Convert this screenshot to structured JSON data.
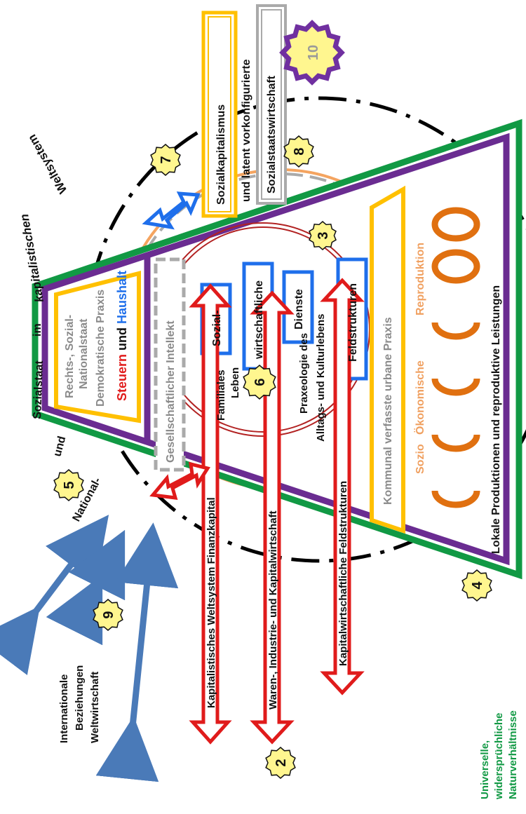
{
  "colors": {
    "green": "#119944",
    "purple": "#6a2c91",
    "yellow": "#ffc000",
    "red": "#e01b1b",
    "blue": "#1f6feb",
    "steelblue": "#4a7ab8",
    "orange": "#f4a460",
    "darkorange": "#e07010",
    "gray": "#999999",
    "darkred": "#b22222",
    "starfill": "#fff68f",
    "starpurple": "#7030a0"
  },
  "outer_ring": {
    "label_national": "National-",
    "label_und": "und",
    "label_sozialstaat": "Sozialstaat",
    "label_im": "im",
    "label_kapitalistischen": "kapitalistischen",
    "label_weltsystem": "Weltsystem"
  },
  "top_boxes": {
    "sozialkapitalismus": "Sozialkapitalismus",
    "latent": "und latent vorkonfigurierte",
    "sozialstaatswirtschaft": "Sozialstaatswirtschaft"
  },
  "state_box": {
    "line1": "Rechts-, Sozial-",
    "line2": "Nationalstaat",
    "line3": "Demokratische Praxis",
    "steuern": "Steuern",
    "und": " und ",
    "haushalt": "Haushalt"
  },
  "intellekt": "Gesellschaftlicher Intellekt",
  "blue_boxes": {
    "sozial": "Sozial-",
    "wirtschaftliche": "wirtschaftliche",
    "dienste": "Dienste",
    "feldstrukturen": "Feldstrukturen"
  },
  "family": {
    "line1": "Familiales",
    "line2": "Leben",
    "line3": "Praxeologie des",
    "line4": "Alltags- und Kulturlebens"
  },
  "kommunal": "Kommunal verfasste urbane Praxis",
  "sozio": {
    "a": "Sozio",
    "b": "Ökonomische",
    "c": "Reproduktion"
  },
  "lokale": "Lokale Produktionen und reproduktive Leistungen",
  "arrows": {
    "finanz": "Kapitalistisches Weltsystem Finanzkapital",
    "waren": "Waren-, Industrie- und Kapitalwirtschaft",
    "feld": "Kapitalwirtschaftliche Feldstrukturen"
  },
  "international": {
    "line1": "Internationale",
    "line2": "Beziehungen",
    "line3": "Weltwirtschaft"
  },
  "natur": {
    "line1": "Universelle,",
    "line2": "widersprüchliche",
    "line3": "Naturverhältnisse"
  },
  "markers": {
    "m2": "2",
    "m3": "3",
    "m4": "4",
    "m5": "5",
    "m6": "6",
    "m7": "7",
    "m8": "8",
    "m9": "9",
    "m10": "10"
  }
}
